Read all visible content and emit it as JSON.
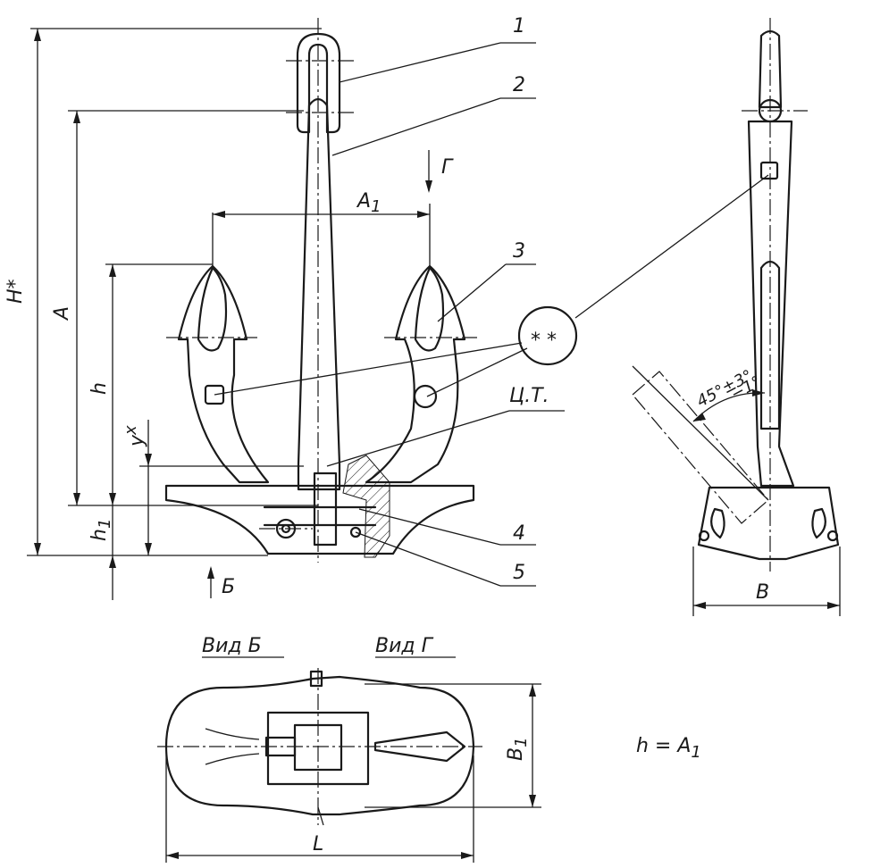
{
  "callouts": {
    "c1": "1",
    "c2": "2",
    "c3": "3",
    "c4": "4",
    "c5": "5"
  },
  "dimensions": {
    "h_star": "H*",
    "a": "A",
    "a1": "A",
    "a1_sub": "1",
    "h": "h",
    "h1": "h",
    "h1_sub": "1",
    "yx": "y",
    "yx_sup": "x",
    "b": "B",
    "b1": "B",
    "b1_sub": "1",
    "l": "L"
  },
  "views": {
    "g_arrow": "Г",
    "b_arrow": "Б",
    "vid_b": "Вид Б",
    "vid_g": "Вид Г"
  },
  "notes": {
    "weld_marks": "* *",
    "cg": "Ц.Т.",
    "angle": "45°±3°",
    "angle_tol": "−1°",
    "formula": "h = A",
    "formula_sub": "1"
  }
}
